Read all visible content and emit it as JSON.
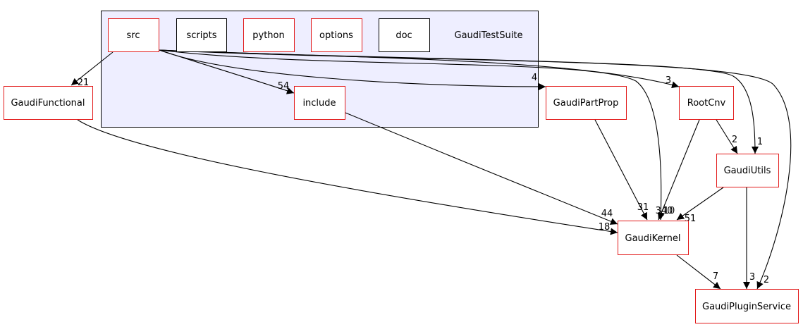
{
  "colors": {
    "cluster_fill": "#eeeeff",
    "cluster_border": "#000000",
    "node_border_red": "#e21a1a",
    "node_border_black": "#000000",
    "node_fill": "#ffffff",
    "edge": "#000000"
  },
  "cluster": {
    "label": "GaudiTestSuite"
  },
  "nodes": {
    "src": {
      "label": "src",
      "border": "red"
    },
    "scripts": {
      "label": "scripts",
      "border": "black"
    },
    "python": {
      "label": "python",
      "border": "red"
    },
    "options": {
      "label": "options",
      "border": "red"
    },
    "doc": {
      "label": "doc",
      "border": "black"
    },
    "include": {
      "label": "include",
      "border": "red"
    },
    "gaudi_functional": {
      "label": "GaudiFunctional",
      "border": "red"
    },
    "gaudi_part_prop": {
      "label": "GaudiPartProp",
      "border": "red"
    },
    "root_cnv": {
      "label": "RootCnv",
      "border": "red"
    },
    "gaudi_utils": {
      "label": "GaudiUtils",
      "border": "red"
    },
    "gaudi_kernel": {
      "label": "GaudiKernel",
      "border": "red"
    },
    "gaudi_plugin_service": {
      "label": "GaudiPluginService",
      "border": "red"
    }
  },
  "edges": [
    {
      "from": "src",
      "to": "gaudi_functional",
      "label": "21"
    },
    {
      "from": "src",
      "to": "include",
      "label": "54"
    },
    {
      "from": "src",
      "to": "gaudi_part_prop",
      "label": "4"
    },
    {
      "from": "src",
      "to": "root_cnv",
      "label": "3"
    },
    {
      "from": "src",
      "to": "gaudi_utils",
      "label": "1"
    },
    {
      "from": "src",
      "to": "gaudi_kernel",
      "label": "340"
    },
    {
      "from": "src",
      "to": "gaudi_plugin_service",
      "label": "2"
    },
    {
      "from": "include",
      "to": "gaudi_kernel",
      "label": "44"
    },
    {
      "from": "gaudi_functional",
      "to": "gaudi_kernel",
      "label": "18"
    },
    {
      "from": "gaudi_part_prop",
      "to": "gaudi_kernel",
      "label": "31"
    },
    {
      "from": "root_cnv",
      "to": "gaudi_kernel",
      "label": "10"
    },
    {
      "from": "root_cnv",
      "to": "gaudi_utils",
      "label": "2"
    },
    {
      "from": "gaudi_utils",
      "to": "gaudi_kernel",
      "label": "51"
    },
    {
      "from": "gaudi_utils",
      "to": "gaudi_plugin_service",
      "label": "3"
    },
    {
      "from": "gaudi_kernel",
      "to": "gaudi_plugin_service",
      "label": "7"
    }
  ]
}
